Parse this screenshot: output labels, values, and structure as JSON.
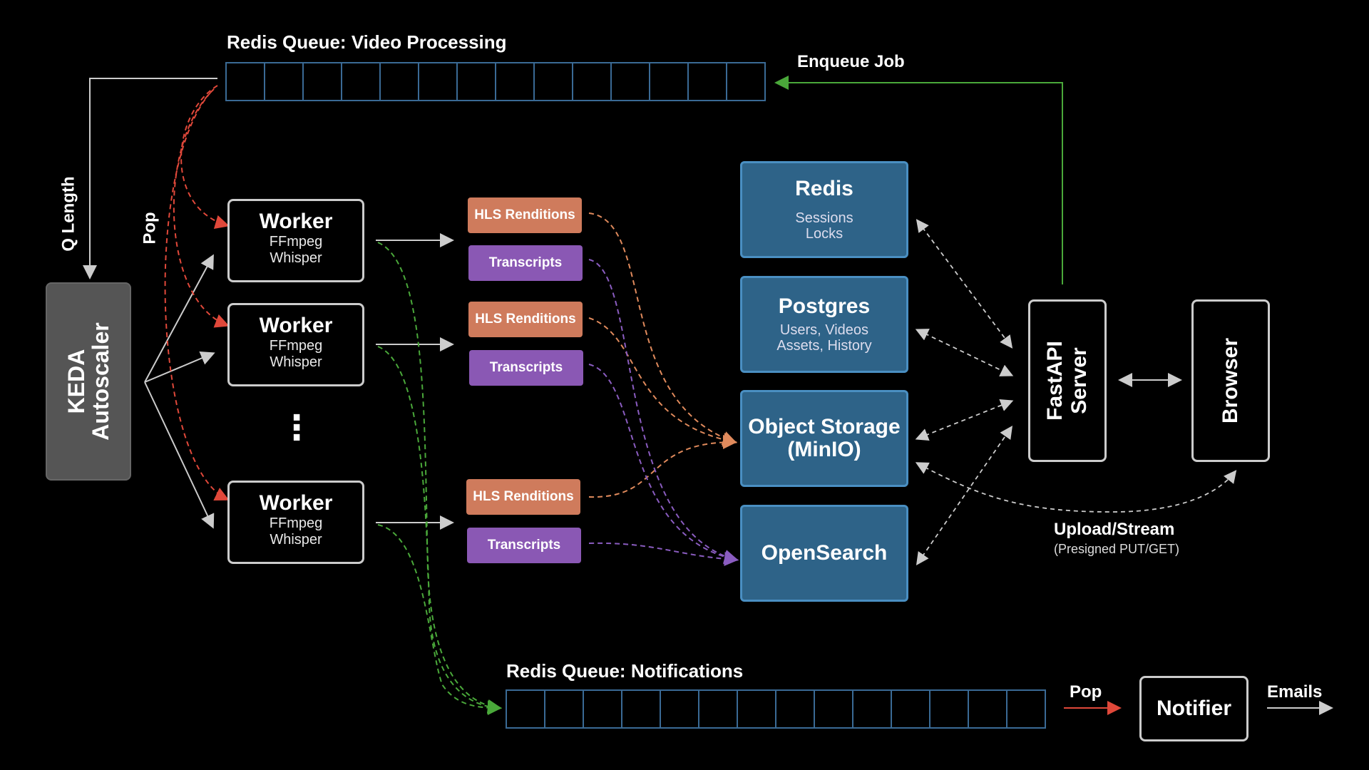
{
  "queues": {
    "video": {
      "label": "Redis Queue: Video Processing",
      "cells": 14
    },
    "notifications": {
      "label": "Redis Queue: Notifications",
      "cells": 14
    }
  },
  "keda": {
    "line1": "KEDA",
    "line2": "Autoscaler"
  },
  "edge_labels": {
    "q_length": "Q Length",
    "pop_left": "Pop",
    "enqueue_job": "Enqueue Job",
    "pop_right": "Pop",
    "emails": "Emails",
    "upload_stream": "Upload/Stream",
    "presigned": "(Presigned PUT/GET)"
  },
  "workers": [
    {
      "title": "Worker",
      "line1": "FFmpeg",
      "line2": "Whisper"
    },
    {
      "title": "Worker",
      "line1": "FFmpeg",
      "line2": "Whisper"
    },
    {
      "title": "Worker",
      "line1": "FFmpeg",
      "line2": "Whisper"
    }
  ],
  "ellipsis": "⋮",
  "outputs": {
    "hls": "HLS Renditions",
    "transcripts": "Transcripts"
  },
  "stores": {
    "redis": {
      "title": "Redis",
      "line1": "Sessions",
      "line2": "Locks"
    },
    "postgres": {
      "title": "Postgres",
      "line1": "Users, Videos",
      "line2": "Assets, History"
    },
    "object_storage": {
      "title": "Object Storage",
      "line2": "(MinIO)"
    },
    "opensearch": {
      "title": "OpenSearch"
    }
  },
  "fastapi": {
    "line1": "FastAPI",
    "line2": "Server"
  },
  "browser": {
    "label": "Browser"
  },
  "notifier": {
    "label": "Notifier"
  },
  "colors": {
    "red": "#e0483a",
    "green": "#4aa83a",
    "orange": "#e08a5c",
    "purple": "#8a5cc0",
    "gray": "#cccccc",
    "queue_border": "#3a6a95",
    "store_fill": "#2e6388"
  }
}
